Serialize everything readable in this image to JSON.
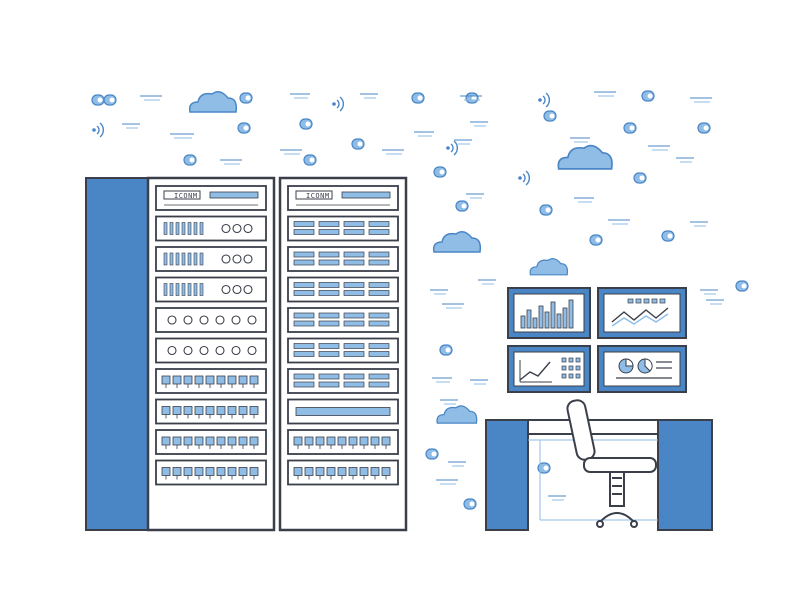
{
  "colors": {
    "accent": "#4a86c5",
    "accent_light": "#8fbde6",
    "outline": "#3a3f4a",
    "screen_bg": "#ffffff",
    "background": "#ffffff"
  },
  "server_racks": [
    {
      "label": "ICONM",
      "units": [
        "led-bar",
        "dots-3",
        "dots-3",
        "dots-3",
        "dots-6",
        "dots-6",
        "ports",
        "ports",
        "ports",
        "ports"
      ]
    },
    {
      "label": "ICONM",
      "units": [
        "led-bar",
        "drives",
        "drives",
        "drives",
        "drives",
        "drives",
        "drives",
        "led-bar",
        "ports",
        "ports"
      ]
    }
  ],
  "monitors": [
    "bar-chart-icon",
    "line-chart-icon",
    "trend-chart-icon",
    "pie-chart-icon"
  ],
  "clouds": [
    "cloud-icon",
    "cloud-icon",
    "cloud-icon",
    "cloud-icon",
    "cloud-icon"
  ],
  "wifi": [
    "wifi-icon",
    "wifi-icon",
    "wifi-icon",
    "wifi-icon",
    "wifi-icon"
  ]
}
